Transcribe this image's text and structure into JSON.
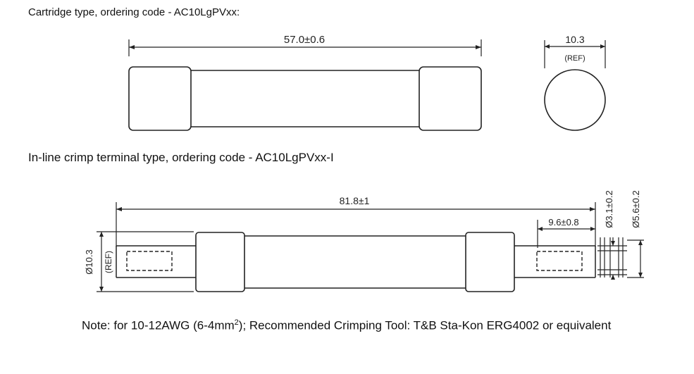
{
  "headings": {
    "cartridge": "Cartridge type, ordering code - AC10LgPVxx:",
    "inline": "In-line crimp terminal type, ordering code - AC10LgPVxx-I"
  },
  "cartridge_drawing": {
    "length_dim": "57.0±0.6",
    "diameter_dim": "10.3",
    "diameter_ref": "(REF)"
  },
  "inline_drawing": {
    "length_dim": "81.8±1",
    "terminal_dim": "9.6±0.8",
    "body_diameter_dim": "Ø10.3",
    "body_diameter_ref": "(REF)",
    "inner_diameter_dim": "Ø3.1±0.2",
    "outer_diameter_dim": "Ø5.6±0.2"
  },
  "note": {
    "prefix": "Note: for 10-12AWG (6-4mm",
    "superscript": "2",
    "suffix": "); Recommended Crimping Tool: T&B Sta-Kon ERG4002 or equivalent"
  }
}
